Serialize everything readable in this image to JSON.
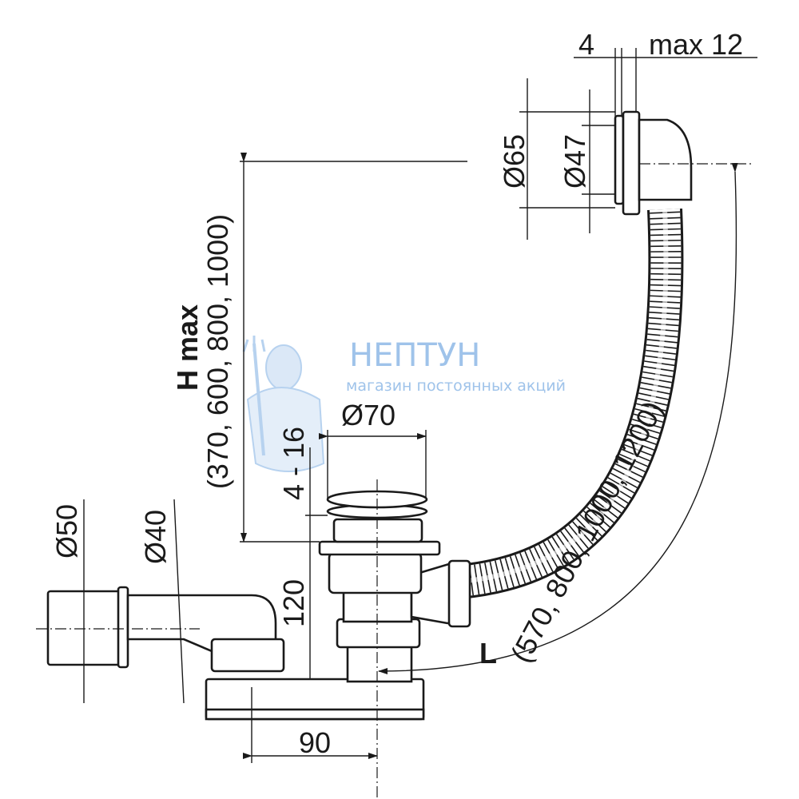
{
  "dimensions": {
    "gap": "4",
    "max_thickness": "max 12",
    "d65": "Ø65",
    "d47": "Ø47",
    "h_max": "H max",
    "h_values": "(370, 600, 800, 1000)",
    "d70": "Ø70",
    "range_4_16": "4 - 16",
    "h120": "120",
    "d50": "Ø50",
    "d40": "Ø40",
    "w90": "90",
    "l_label": "L",
    "l_values": "(570, 800, 1000, 1200)"
  },
  "watermark": {
    "brand": "НЕПТУН",
    "slogan": "магазин постоянных акций"
  },
  "colors": {
    "line": "#1a1a1a",
    "watermark": "#9fc3ea"
  }
}
